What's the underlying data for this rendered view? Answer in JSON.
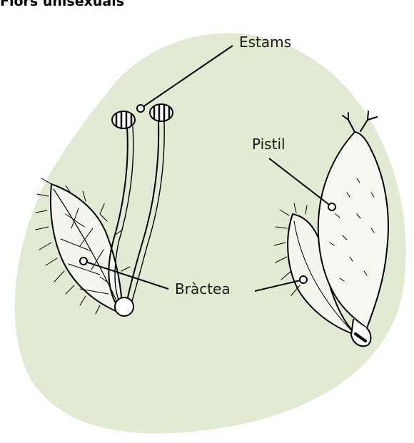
{
  "title": "Flors unisexuals",
  "labels": {
    "stamens": "Estams",
    "pistil": "Pistil",
    "bract": "Bràctea"
  },
  "colors": {
    "background_blob": "#e3ead3",
    "ink": "#000000"
  }
}
